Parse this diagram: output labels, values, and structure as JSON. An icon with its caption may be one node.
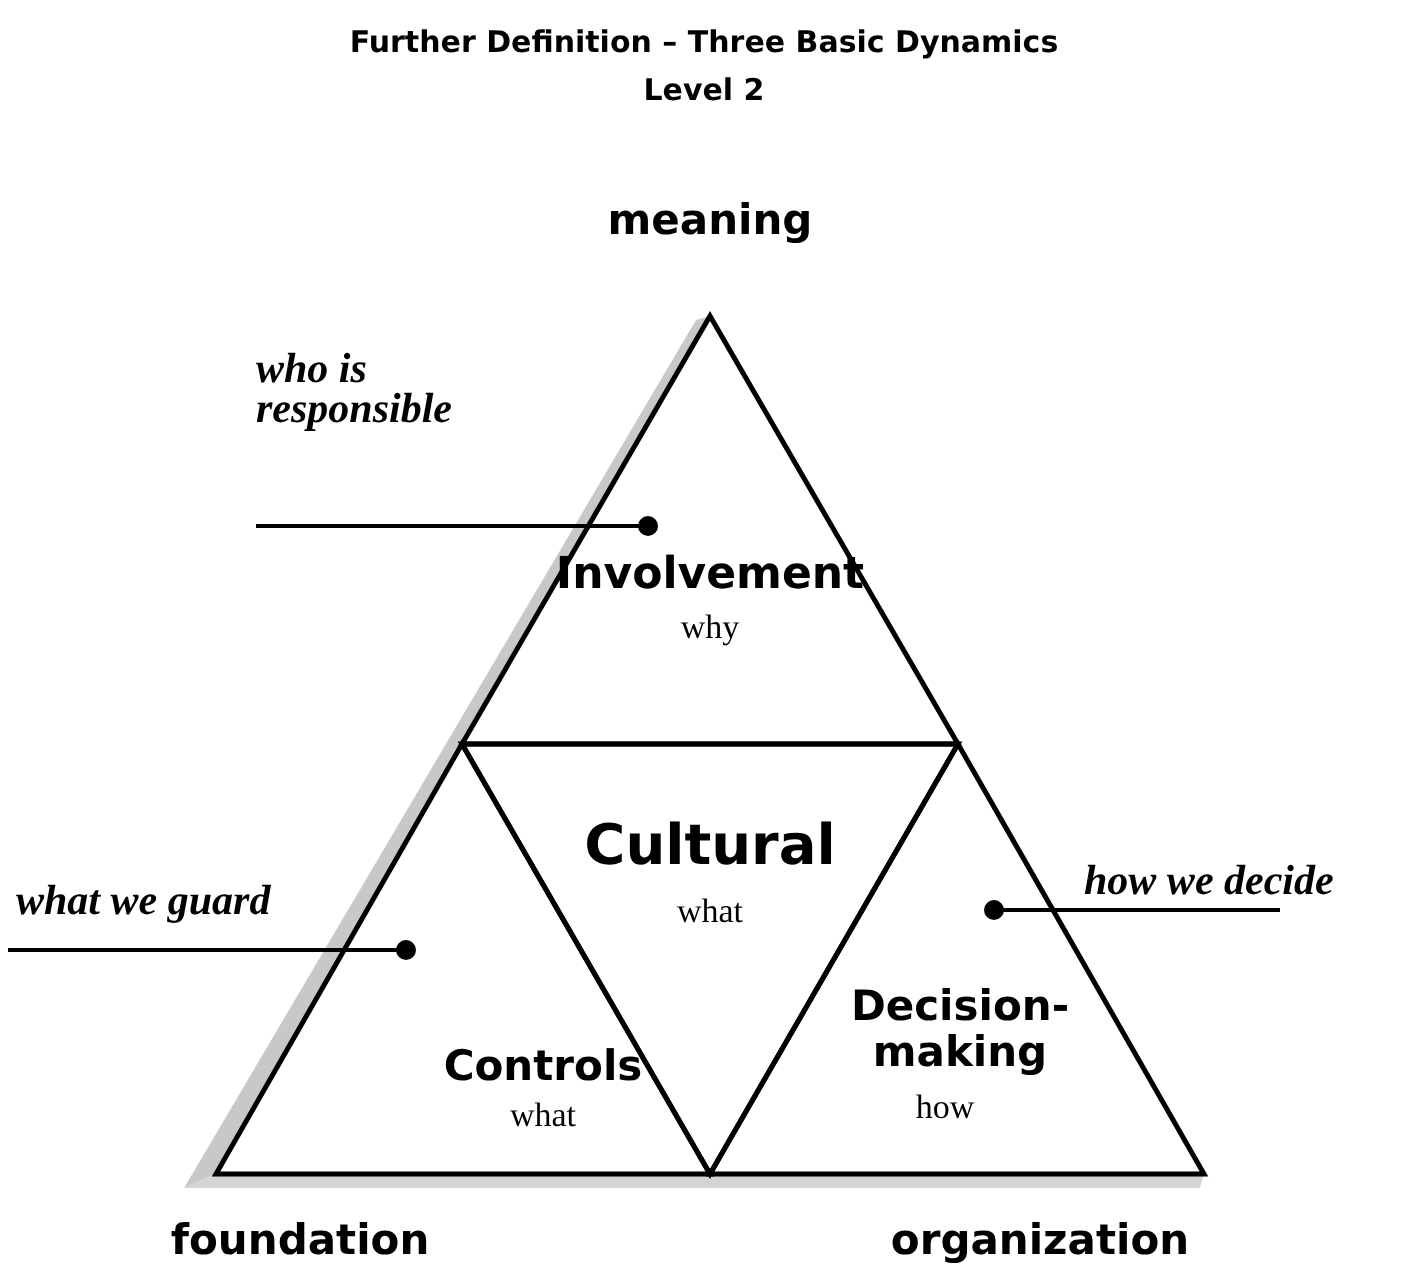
{
  "diagram": {
    "title": "Further Definition – Three Basic Dynamics",
    "nodes": [
      {
        "text": [
          "Involvement",
          "why"
        ]
      },
      {
        "text": [
          "Cultural",
          "what"
        ]
      },
      {
        "text": [
          "Controls",
          "what"
        ]
      },
      {
        "text": [
          "Decision-making",
          "how"
        ]
      },
      {
        "text": [
          "who is responsible"
        ]
      },
      {
        "text": [
          "what we guard"
        ]
      },
      {
        "text": [
          "how we decide"
        ]
      }
    ],
    "edges": [
      {
        "from": 4,
        "to": 0,
        "arrow": "other"
      },
      {
        "from": 5,
        "to": 2,
        "arrow": "other"
      },
      {
        "from": 6,
        "to": 3,
        "arrow": "other"
      }
    ],
    "labels": [
      "Level 2",
      "meaning",
      "foundation",
      "organization"
    ]
  }
}
